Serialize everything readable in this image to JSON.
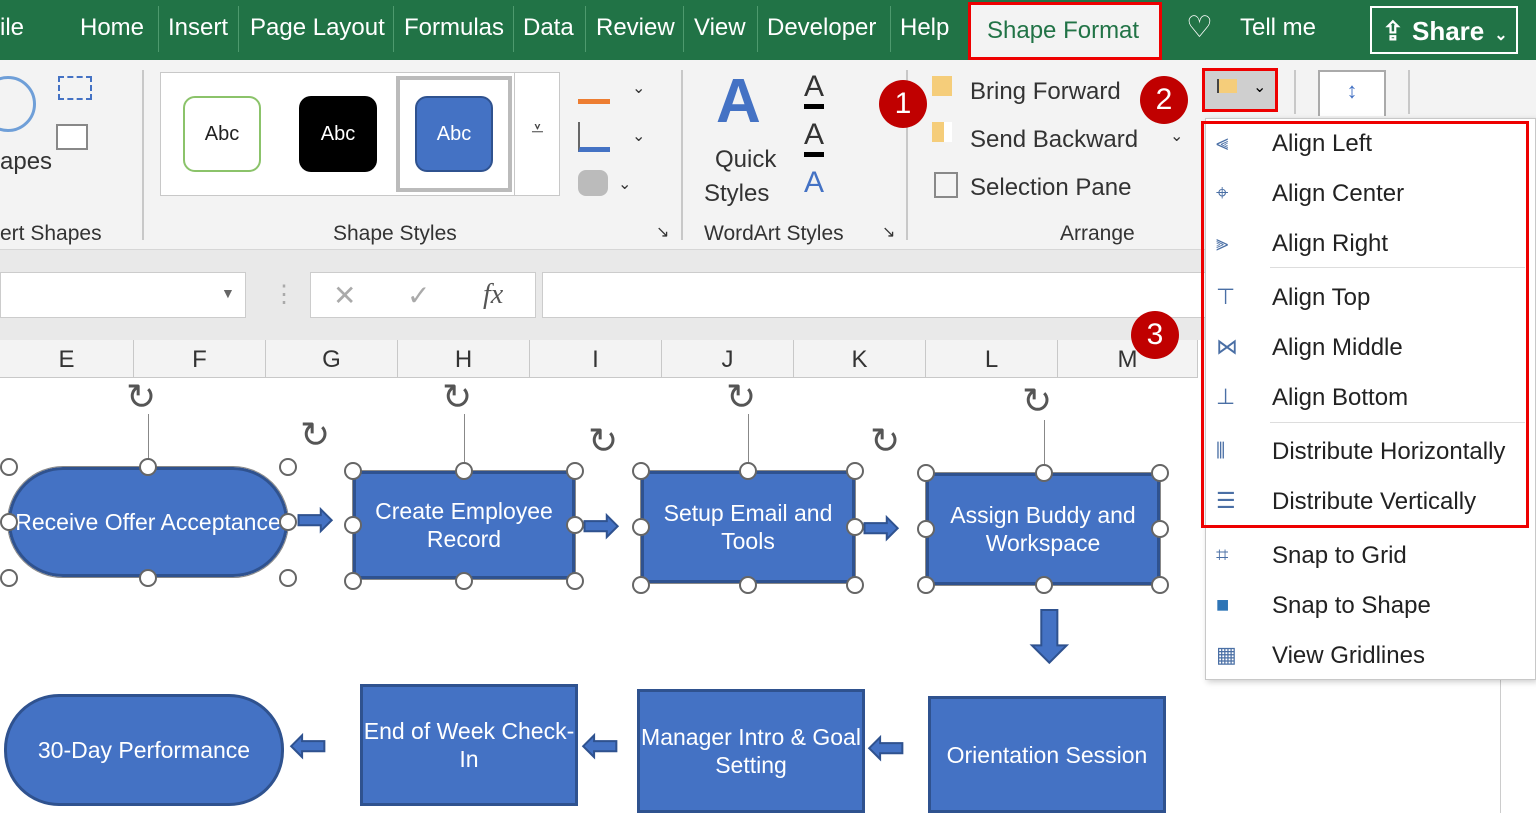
{
  "tabs": [
    "ile",
    "Home",
    "Insert",
    "Page Layout",
    "Formulas",
    "Data",
    "Review",
    "View",
    "Developer",
    "Help"
  ],
  "active_tab": "Shape Format",
  "tell_me": "Tell me",
  "share": "Share",
  "ribbon": {
    "insert_shapes_partial": "apes",
    "insert_shapes_label": "ert Shapes",
    "style_samples": [
      "Abc",
      "Abc",
      "Abc"
    ],
    "shape_styles_label": "Shape Styles",
    "quick": "Quick",
    "styles": "Styles",
    "wordart_label": "WordArt Styles",
    "bring_forward": "Bring Forward",
    "send_backward": "Send Backward",
    "selection_pane": "Selection Pane",
    "arrange_label": "Arrange"
  },
  "formula": {
    "fx": "fx",
    "cancel": "✕",
    "enter": "✓"
  },
  "columns": [
    "E",
    "F",
    "G",
    "H",
    "I",
    "J",
    "K",
    "L",
    "M"
  ],
  "badges": [
    "1",
    "2",
    "3"
  ],
  "shapes": {
    "receive": "Receive Offer Acceptance",
    "create": "Create Employee Record",
    "setup": "Setup Email and Tools",
    "buddy": "Assign Buddy and Workspace",
    "orientation": "Orientation Session",
    "manager": "Manager Intro & Goal Setting",
    "endweek": "End of Week Check-In",
    "review30": "30-Day Performance"
  },
  "menu": [
    "Align Left",
    "Align Center",
    "Align Right",
    "Align Top",
    "Align Middle",
    "Align Bottom",
    "Distribute Horizontally",
    "Distribute Vertically",
    "Snap to Grid",
    "Snap to Shape",
    "View Gridlines"
  ],
  "colors": {
    "excel_green": "#217346",
    "shape_blue": "#4472c4",
    "highlight": "#e00000",
    "badge": "#c00000"
  }
}
